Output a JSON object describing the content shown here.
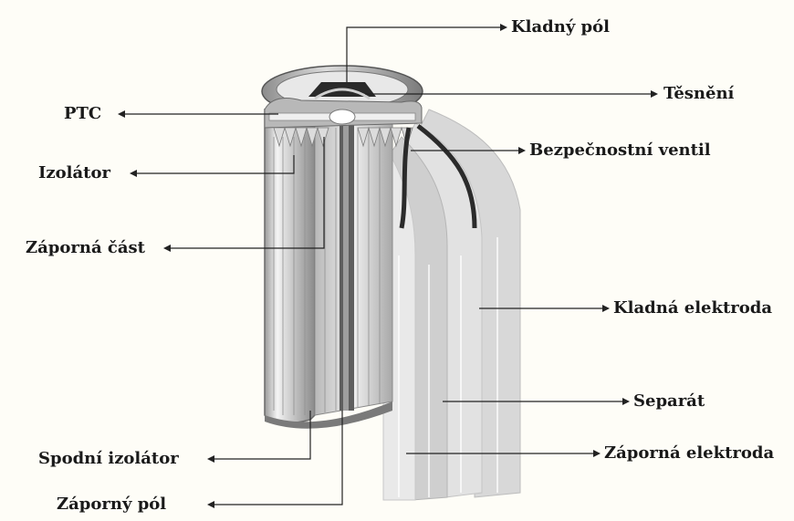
{
  "labels": {
    "positive_terminal": "Kladný pól",
    "seal": "Těsnění",
    "ptc": "PTC",
    "safety_vent": "Bezpečnostní ventil",
    "insulator": "Izolátor",
    "negative_part": "Záporná část",
    "positive_electrode": "Kladná elektroda",
    "separator": "Separát",
    "bottom_insulator": "Spodní izolátor",
    "negative_electrode": "Záporná elektroda",
    "negative_terminal": "Záporný pól"
  },
  "colors": {
    "background": "#fefdf7",
    "line": "#222222",
    "text": "#1a1a1a"
  }
}
